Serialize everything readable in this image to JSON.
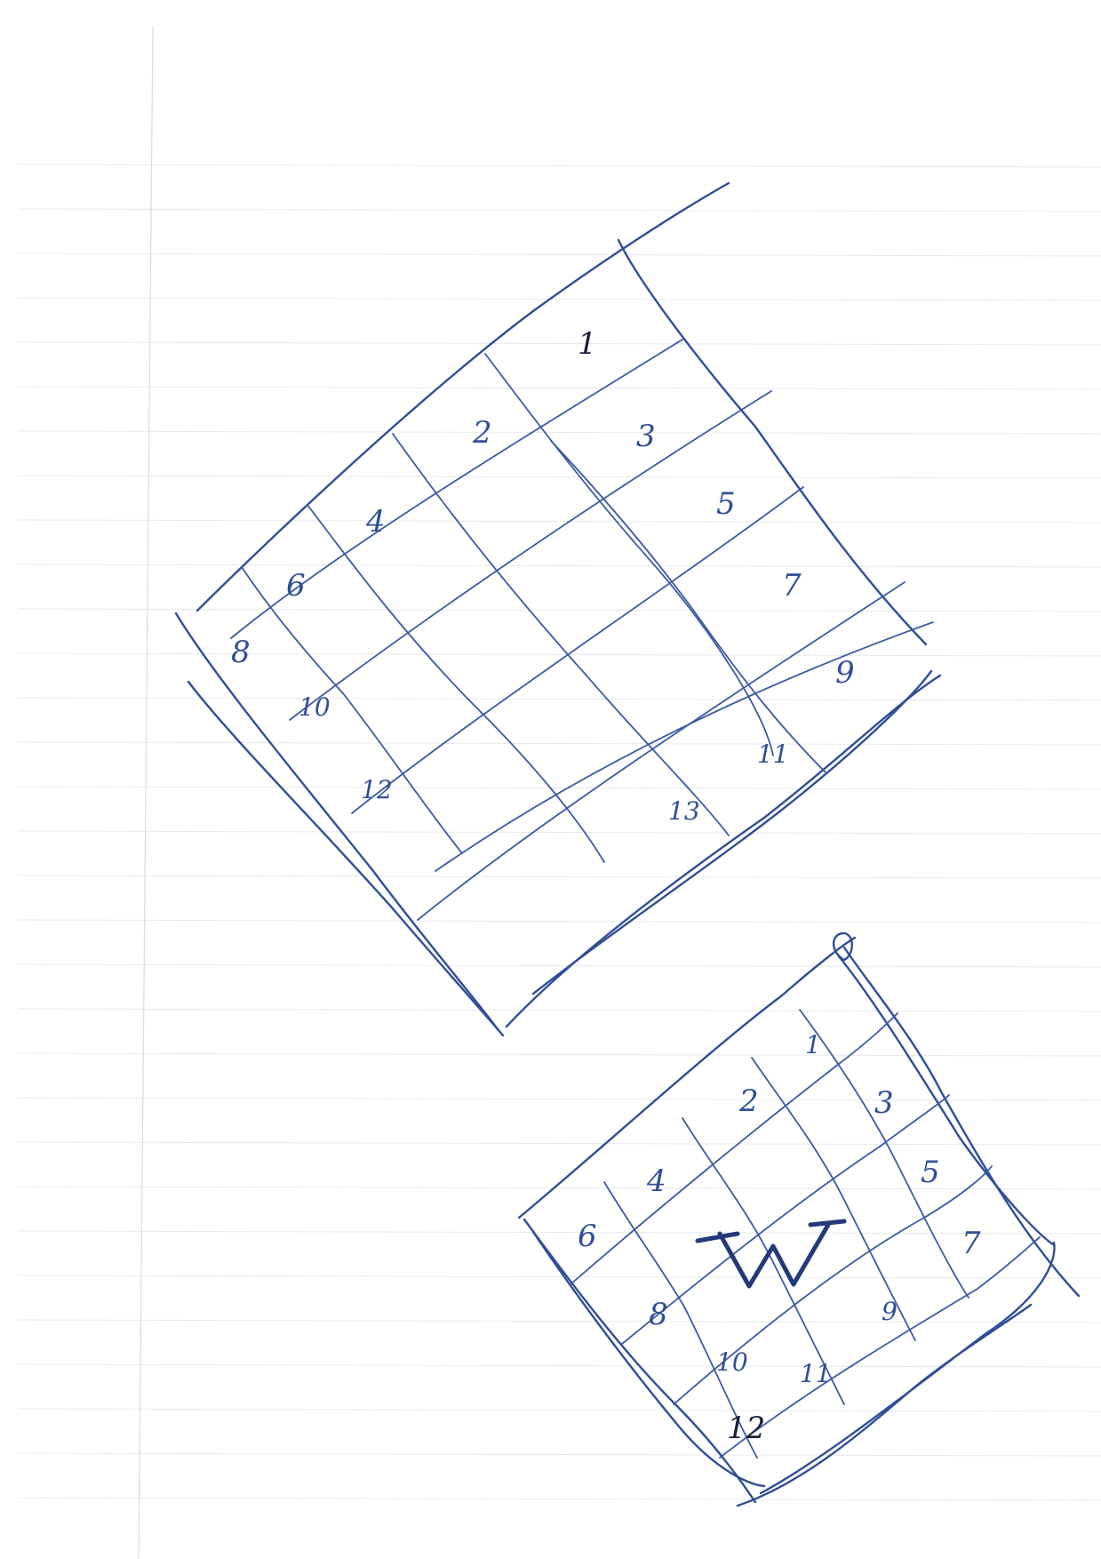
{
  "large_grid": {
    "labels": [
      "1",
      "2",
      "3",
      "4",
      "5",
      "6",
      "7",
      "8",
      "9",
      "10",
      "11",
      "12",
      "13"
    ]
  },
  "small_grid": {
    "labels": [
      "1",
      "2",
      "3",
      "4",
      "5",
      "6",
      "7",
      "8",
      "9",
      "10",
      "11",
      "12"
    ],
    "marker": "W"
  }
}
